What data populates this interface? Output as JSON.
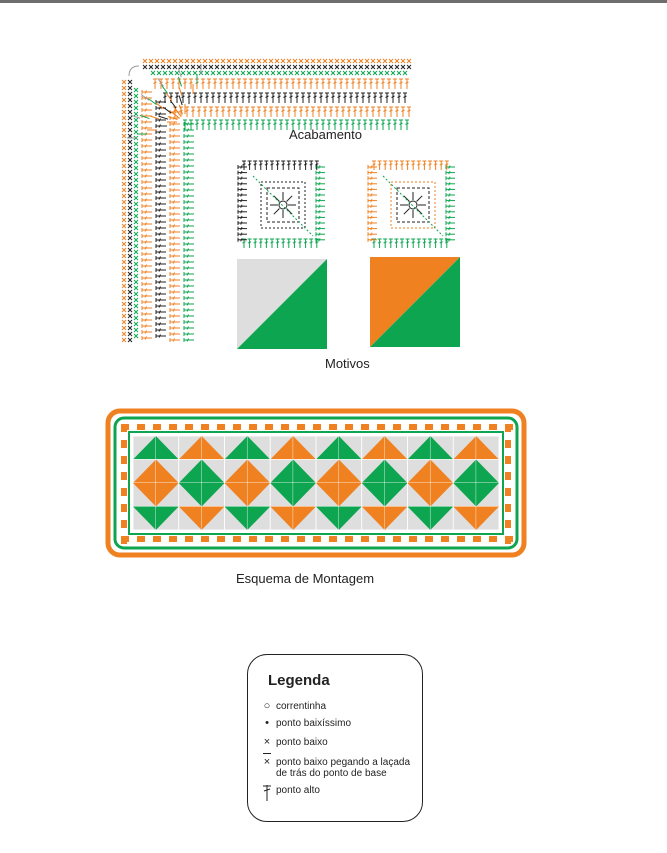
{
  "labels": {
    "acabamento": "Acabamento",
    "motivos": "Motivos",
    "esquema": "Esquema de Montagem"
  },
  "legend": {
    "title": "Legenda",
    "items": [
      {
        "icon": "chain-stitch-icon",
        "symbol": "○",
        "text": "correntinha"
      },
      {
        "icon": "slip-stitch-icon",
        "symbol": "•",
        "text": "ponto baixíssimo"
      },
      {
        "icon": "single-crochet-icon",
        "symbol": "×",
        "text": "ponto baixo"
      },
      {
        "icon": "back-loop-single-crochet-icon",
        "symbol": "×",
        "text": "ponto baixo pegando a laçada",
        "text2": "de trás do ponto de base"
      },
      {
        "icon": "double-crochet-icon",
        "symbol": "ᚋ",
        "text": "ponto alto"
      }
    ]
  },
  "colors": {
    "orange": "#f08121",
    "green": "#0ea551",
    "light_gray": "#dedede",
    "black": "#222222",
    "gray_stitch": "#9a9a9a"
  }
}
